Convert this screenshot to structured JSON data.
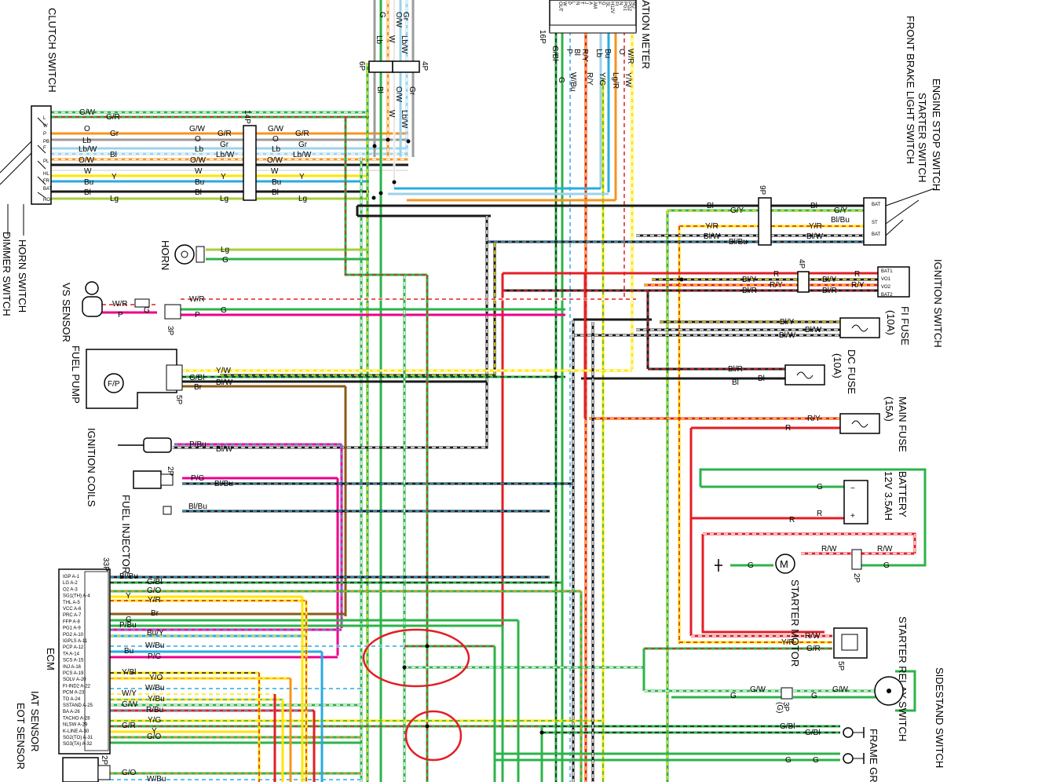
{
  "components": {
    "clutch_switch": "CLUTCH SWITCH",
    "horn_switch": "HORN SWITCH",
    "dimmer_switch": "DIMMER SWITCH",
    "horn": "HORN",
    "vs_sensor": "VS SENSOR",
    "fuel_pump": "FUEL PUMP",
    "fuel_pump_symbol": "F/P",
    "ignition_coils": "IGNITION COILS",
    "fuel_injector": "FUEL INJECTOR",
    "ecm": "ECM",
    "iat_sensor": "IAT SENSOR",
    "eot_sensor": "EOT SENSOR",
    "combination_meter": "ATION METER",
    "engine_stop_switch": "ENGINE STOP SWITCH",
    "starter_switch": "STARTER SWITCH",
    "front_brake_light_switch": "FRONT BRAKE LIGHT SWITCH",
    "ignition_switch": "IGNITION SWITCH",
    "fi_fuse": "FI FUSE",
    "fi_fuse_rating": "(10A)",
    "dc_fuse": "DC FUSE",
    "dc_fuse_rating": "(10A)",
    "main_fuse": "MAIN FUSE",
    "main_fuse_rating": "(15A)",
    "battery": "BATTERY",
    "battery_rating": "12V 3.5AH",
    "starter_motor": "STARTER MOTOR",
    "starter_motor_symbol": "M",
    "starter_relay_switch": "STARTER RELAY SWITCH",
    "sidestand_switch": "SIDESTAND SWITCH",
    "frame_ground": "FRAME GR"
  },
  "connectors": {
    "c14p": "14P",
    "c6p": "6P",
    "c4p_top": "4P",
    "c16p": "16P",
    "c9p": "9P",
    "c4p_ign": "4P",
    "c3p_vs": "3P",
    "c5p_pump": "5P",
    "c2p_inj": "2P",
    "c33p": "33P",
    "c2p_starter": "2P",
    "c5p_relay": "5P",
    "c3p_side": "3P",
    "c3p_side_g": "(G)",
    "c2p_bottom": "2P"
  },
  "wire_colors": {
    "G": "#2db34a",
    "R": "#e31e24",
    "Y": "#ffe600",
    "Bl": "#1a1a1a",
    "Bu": "#29abe2",
    "W": "#ffffff",
    "O": "#f7941d",
    "Lb": "#9bd3ea",
    "Lg": "#a6ce39",
    "Gr": "#9b9b9b",
    "P": "#ec008c",
    "Br": "#8b5a16"
  },
  "wire_labels": {
    "cs": [
      "G/W",
      "G/R",
      "O",
      "Gr",
      "Lb",
      "Lb/W",
      "Bl",
      "O/W",
      "W",
      "Y",
      "Bu",
      "Bl",
      "Lg"
    ],
    "cs_right": [
      "G/W",
      "G/R",
      "O",
      "Gr",
      "Lb",
      "Lb/W",
      "O/W",
      "W",
      "Y",
      "Bu",
      "Bl",
      "Lg"
    ],
    "cs_far": [
      "G/W",
      "G/R",
      "O",
      "Gr",
      "Lb",
      "Lb/W",
      "O/W",
      "W",
      "Y",
      "Bu",
      "Bl",
      "Lg"
    ],
    "top_col": [
      "Gr",
      "G",
      "O/W",
      "W",
      "Lb",
      "Lb/W",
      "Gr",
      "O/W",
      "Bl",
      "W",
      "Lb/W"
    ],
    "meter_top": [
      "G/Bl",
      "P",
      "Bl",
      "R/Y",
      "Lb",
      "Bu",
      "O",
      "W/R"
    ],
    "meter_bottom": [
      "G",
      "W/Bu",
      "R/Y",
      "Y/G",
      "Lg/R",
      "Y/W"
    ],
    "horn": [
      "Lg",
      "G"
    ],
    "vs": [
      "W/R",
      "P",
      "G",
      "W/R",
      "G",
      "P"
    ],
    "pump": [
      "Y/W",
      "G/Bl",
      "Br",
      "Bl/W"
    ],
    "coils": [
      "P/Bu",
      "Bl/W"
    ],
    "inj": [
      "P/G",
      "Bl/Bu",
      "Bl/Bu"
    ],
    "right_9p": [
      "Bl",
      "G/Y",
      "Bl",
      "G/Y",
      "Y/R",
      "Bl/W",
      "Y/R",
      "Bl/Bu",
      "Bl/Bu",
      "Bl/W"
    ],
    "ign": [
      "Bl/Y",
      "R",
      "Bl/R",
      "R/Y",
      "Bl/Y",
      "R",
      "Bl/R",
      "R/Y"
    ],
    "fi": [
      "Bl/Y",
      "Bl/W",
      "Bl/W"
    ],
    "dc": [
      "Bl/R",
      "Bl"
    ],
    "main": [
      "R/Y",
      "R"
    ],
    "batt": [
      "G",
      "R",
      "R"
    ],
    "starter": [
      "R/W",
      "R/W",
      "G",
      "G"
    ],
    "relay": [
      "R/W",
      "Y/R",
      "G/R"
    ],
    "side": [
      "G",
      "G/W",
      "G",
      "G/W"
    ],
    "ground": [
      "G/Bl",
      "G/Bl",
      "G",
      "G"
    ],
    "ecm_wires": [
      "Bl/Bu",
      "G/Bl",
      "G/O",
      "Y/R",
      "Y",
      "Br",
      "G",
      "P/Bu",
      "Bu/Y",
      "W/Bu",
      "Bu",
      "P/G",
      "Y/Bl",
      "Y/O",
      "W/Bu",
      "W/Y",
      "Y/Bu",
      "G/W",
      "R/Bu",
      "Y/G",
      "G/R",
      "Y",
      "G/O",
      "G/O",
      "W/Bu"
    ]
  },
  "ecm_pins": [
    "IGP A-1",
    "LG A-2",
    "O2 A-3",
    "SG1(TH) A-4",
    "THL A-5",
    "VCC A-6",
    "PRC A-7",
    "FFP A-8",
    "PG1 A-9",
    "PG2 A-10",
    "IGPLS A-11",
    "PCP A-12",
    "TA A-14",
    "SCS A-15",
    "INJ A-16",
    "PCS A-19",
    "SOLV A-20",
    "FI-IND2 A-22",
    "PCM A-23",
    "TO A-24",
    "SSTAND A-25",
    "BA A-26",
    "TACHO A-28",
    "NLSW A-29",
    "K-LINE A-30",
    "SG2(TO) A-31",
    "SG3(TA) A-32"
  ],
  "meter_pins": [
    "OUT",
    "W",
    "P",
    "L",
    "N",
    "T",
    "J",
    "A",
    "AM",
    "F",
    "G",
    "SL",
    "H12V",
    "FI",
    "N",
    "PG1",
    "PG2",
    "ND"
  ],
  "clutch_pins": [
    "L",
    "W",
    "P",
    "PB",
    "F",
    "PL",
    "HL",
    "FR",
    "BAT",
    "HO"
  ],
  "ignition_pins": [
    "BAT1",
    "VO1",
    "VO2",
    "BAT2"
  ],
  "engine_stop_pins": [
    "BAT",
    "ST",
    "BAT"
  ]
}
